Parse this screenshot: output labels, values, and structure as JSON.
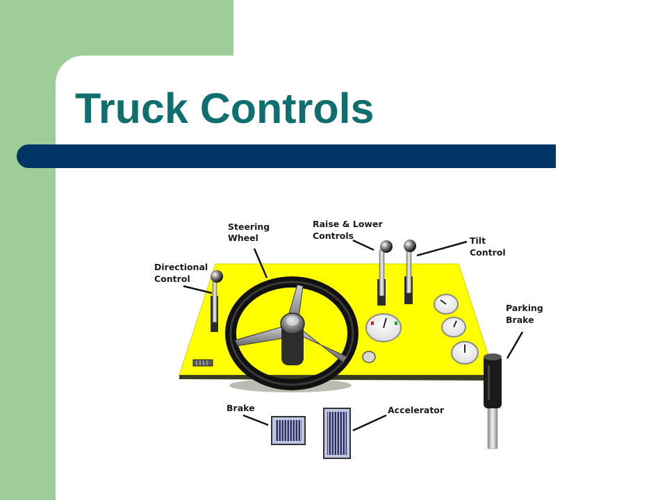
{
  "slide": {
    "title": "Truck Controls",
    "colors": {
      "sidebar_green": "#9fcd9a",
      "title_teal": "#0f6e6e",
      "title_bar_navy": "#003566",
      "panel_yellow": "#ffff00"
    }
  },
  "diagram": {
    "labels": {
      "steering_wheel": [
        "Steering",
        "Wheel"
      ],
      "raise_lower": [
        "Raise & Lower",
        "Controls"
      ],
      "tilt_control": [
        "Tilt",
        "Control"
      ],
      "directional_control": [
        "Directional",
        "Control"
      ],
      "parking_brake": [
        "Parking",
        "Brake"
      ],
      "brake": [
        "Brake"
      ],
      "accelerator": [
        "Accelerator"
      ]
    }
  }
}
